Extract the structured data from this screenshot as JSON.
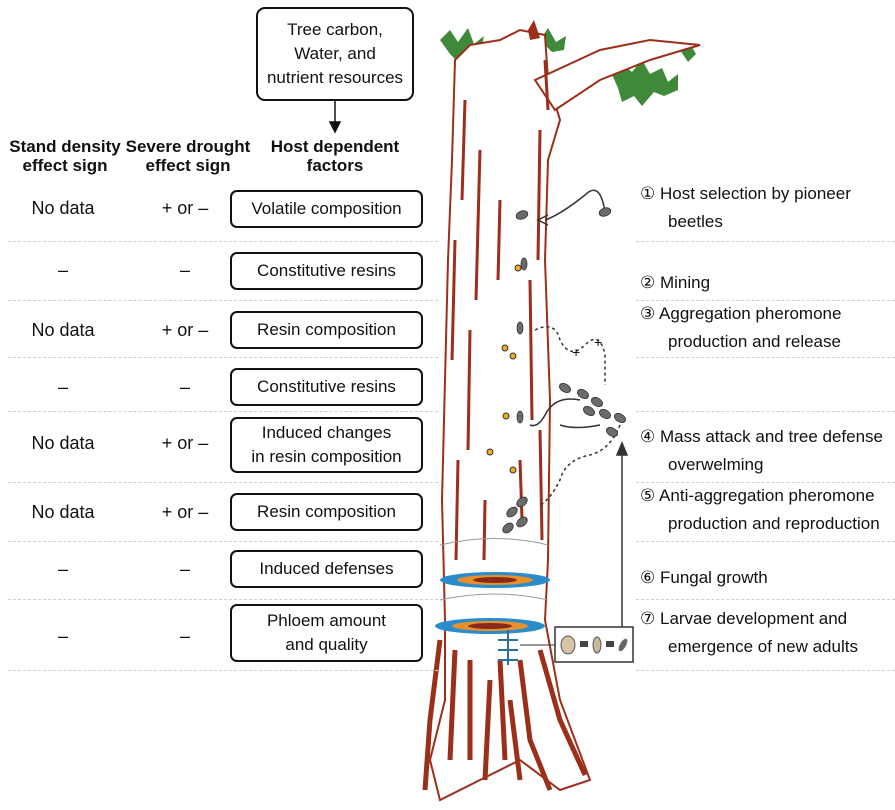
{
  "resources_box": [
    "Tree carbon,",
    "Water, and",
    "nutrient resources"
  ],
  "headers": {
    "stand_density": [
      "Stand density",
      "effect sign"
    ],
    "severe_drought": [
      "Severe drought",
      "effect sign"
    ],
    "host_factors": [
      "Host dependent",
      "factors"
    ]
  },
  "rows": [
    {
      "stand": "No data",
      "drought": "+ or –",
      "factor": [
        "Volatile composition"
      ]
    },
    {
      "stand": "–",
      "drought": "–",
      "factor": [
        "Constitutive resins"
      ]
    },
    {
      "stand": "No data",
      "drought": "+ or –",
      "factor": [
        "Resin composition"
      ]
    },
    {
      "stand": "–",
      "drought": "–",
      "factor": [
        "Constitutive resins"
      ]
    },
    {
      "stand": "No data",
      "drought": "+ or –",
      "factor": [
        "Induced changes",
        "in resin composition"
      ]
    },
    {
      "stand": "No data",
      "drought": "+ or –",
      "factor": [
        "Resin composition"
      ]
    },
    {
      "stand": "–",
      "drought": "–",
      "factor": [
        "Induced defenses"
      ]
    },
    {
      "stand": "–",
      "drought": "–",
      "factor": [
        "Phloem amount",
        "and quality"
      ]
    }
  ],
  "steps": [
    {
      "num": "①",
      "lines": [
        "Host selection by pioneer",
        "beetles"
      ]
    },
    {
      "num": "②",
      "lines": [
        "Mining"
      ]
    },
    {
      "num": "③",
      "lines": [
        "Aggregation pheromone",
        "production and release"
      ]
    },
    {
      "num": "④",
      "lines": [
        "Mass attack and tree defense",
        "overwelming"
      ]
    },
    {
      "num": "⑤",
      "lines": [
        "Anti-aggregation pheromone",
        "production and reproduction"
      ]
    },
    {
      "num": "⑥",
      "lines": [
        "Fungal growth"
      ]
    },
    {
      "num": "⑦",
      "lines": [
        "Larvae development and",
        "emergence of new adults"
      ]
    }
  ],
  "plus_signs": [
    "+",
    "+"
  ],
  "colors": {
    "bark": "#9b2f1a",
    "foliage": "#3e8a3a",
    "ring_blue": "#2b8ccc",
    "ring_orange": "#e8902a",
    "beetle": "#6b6b6b"
  }
}
